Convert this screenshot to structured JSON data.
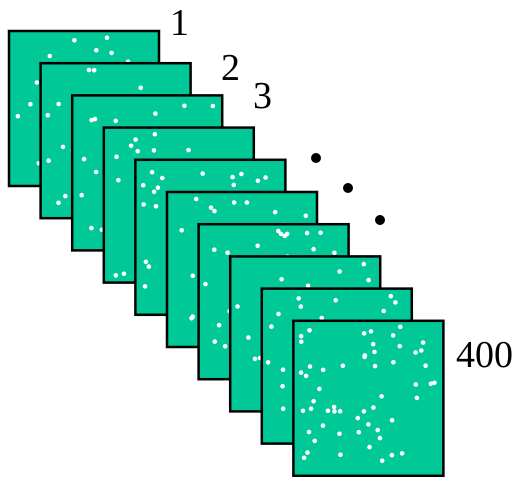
{
  "labels": {
    "first": "1",
    "second": "2",
    "third": "3",
    "last": "400"
  },
  "stack": {
    "panel_count_shown": 10,
    "fill_color": "#00c896",
    "border_color": "#000000",
    "dot_color": "#ffffff",
    "ellipsis_dots": 3
  }
}
